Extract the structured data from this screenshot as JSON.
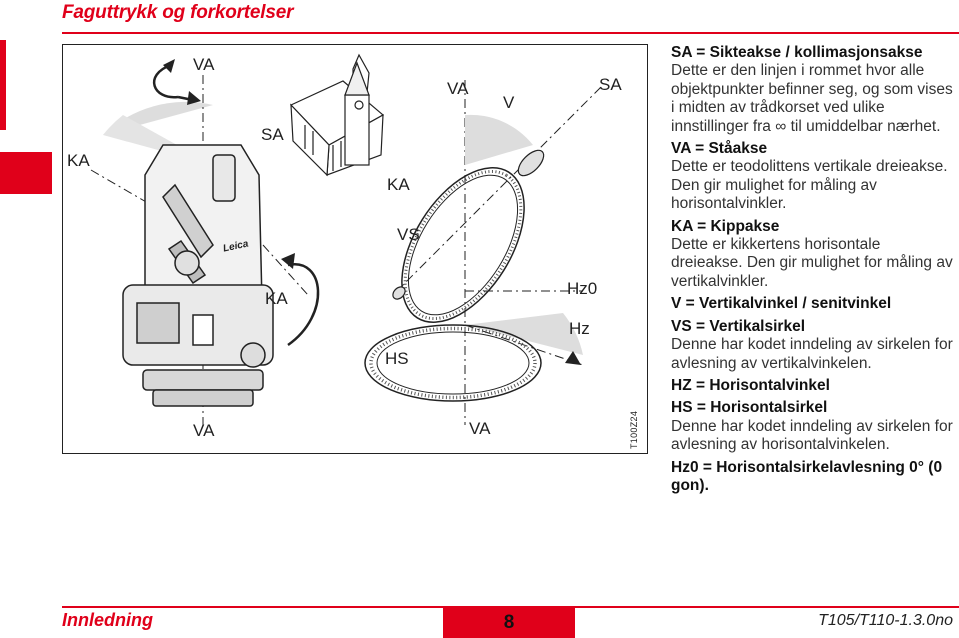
{
  "header": {
    "title": "Faguttrykk og forkortelser"
  },
  "figure": {
    "labels": {
      "ka_left": "KA",
      "va_top_left": "VA",
      "sa_left": "SA",
      "ka_middle": "KA",
      "va_bottom_left": "VA",
      "va_top_right": "VA",
      "v": "V",
      "sa_right": "SA",
      "ka_right": "KA",
      "vs": "VS",
      "hz0": "Hz0",
      "hz": "Hz",
      "hs": "HS",
      "va_bottom_right": "VA"
    },
    "code": "T100Z24",
    "brand": "Leica"
  },
  "definitions": [
    {
      "term": "SA = Sikteakse / kollimasjonsakse",
      "text": "Dette er den linjen i rommet hvor alle objektpunkter befinner seg, og som vises i midten av trådkorset ved ulike innstillinger fra ∞ til umiddelbar nærhet."
    },
    {
      "term": "VA = Ståakse",
      "text": "Dette er teodolittens vertikale dreieakse. Den gir mulighet for måling av horisontalvinkler."
    },
    {
      "term": "KA = Kippakse",
      "text": "Dette er kikkertens horisontale dreieakse. Den gir mulighet for måling av vertikalvinkler."
    },
    {
      "term": "V = Vertikalvinkel / senitvinkel",
      "text": ""
    },
    {
      "term": "VS = Vertikalsirkel",
      "text": "Denne har kodet inndeling av sirkelen for avlesning av vertikalvinkelen."
    },
    {
      "term": "HZ = Horisontalvinkel",
      "text": ""
    },
    {
      "term": "HS = Horisontalsirkel",
      "text": "Denne har kodet inndeling av sirkelen for avlesning av horisontalvinkelen."
    },
    {
      "term": "Hz0 = Horisontalsirkelavlesning 0° (0 gon).",
      "text": ""
    }
  ],
  "footer": {
    "section": "Innledning",
    "page_number": "8",
    "doc_id": "T105/T110-1.3.0no"
  },
  "colors": {
    "accent": "#e0001a"
  }
}
